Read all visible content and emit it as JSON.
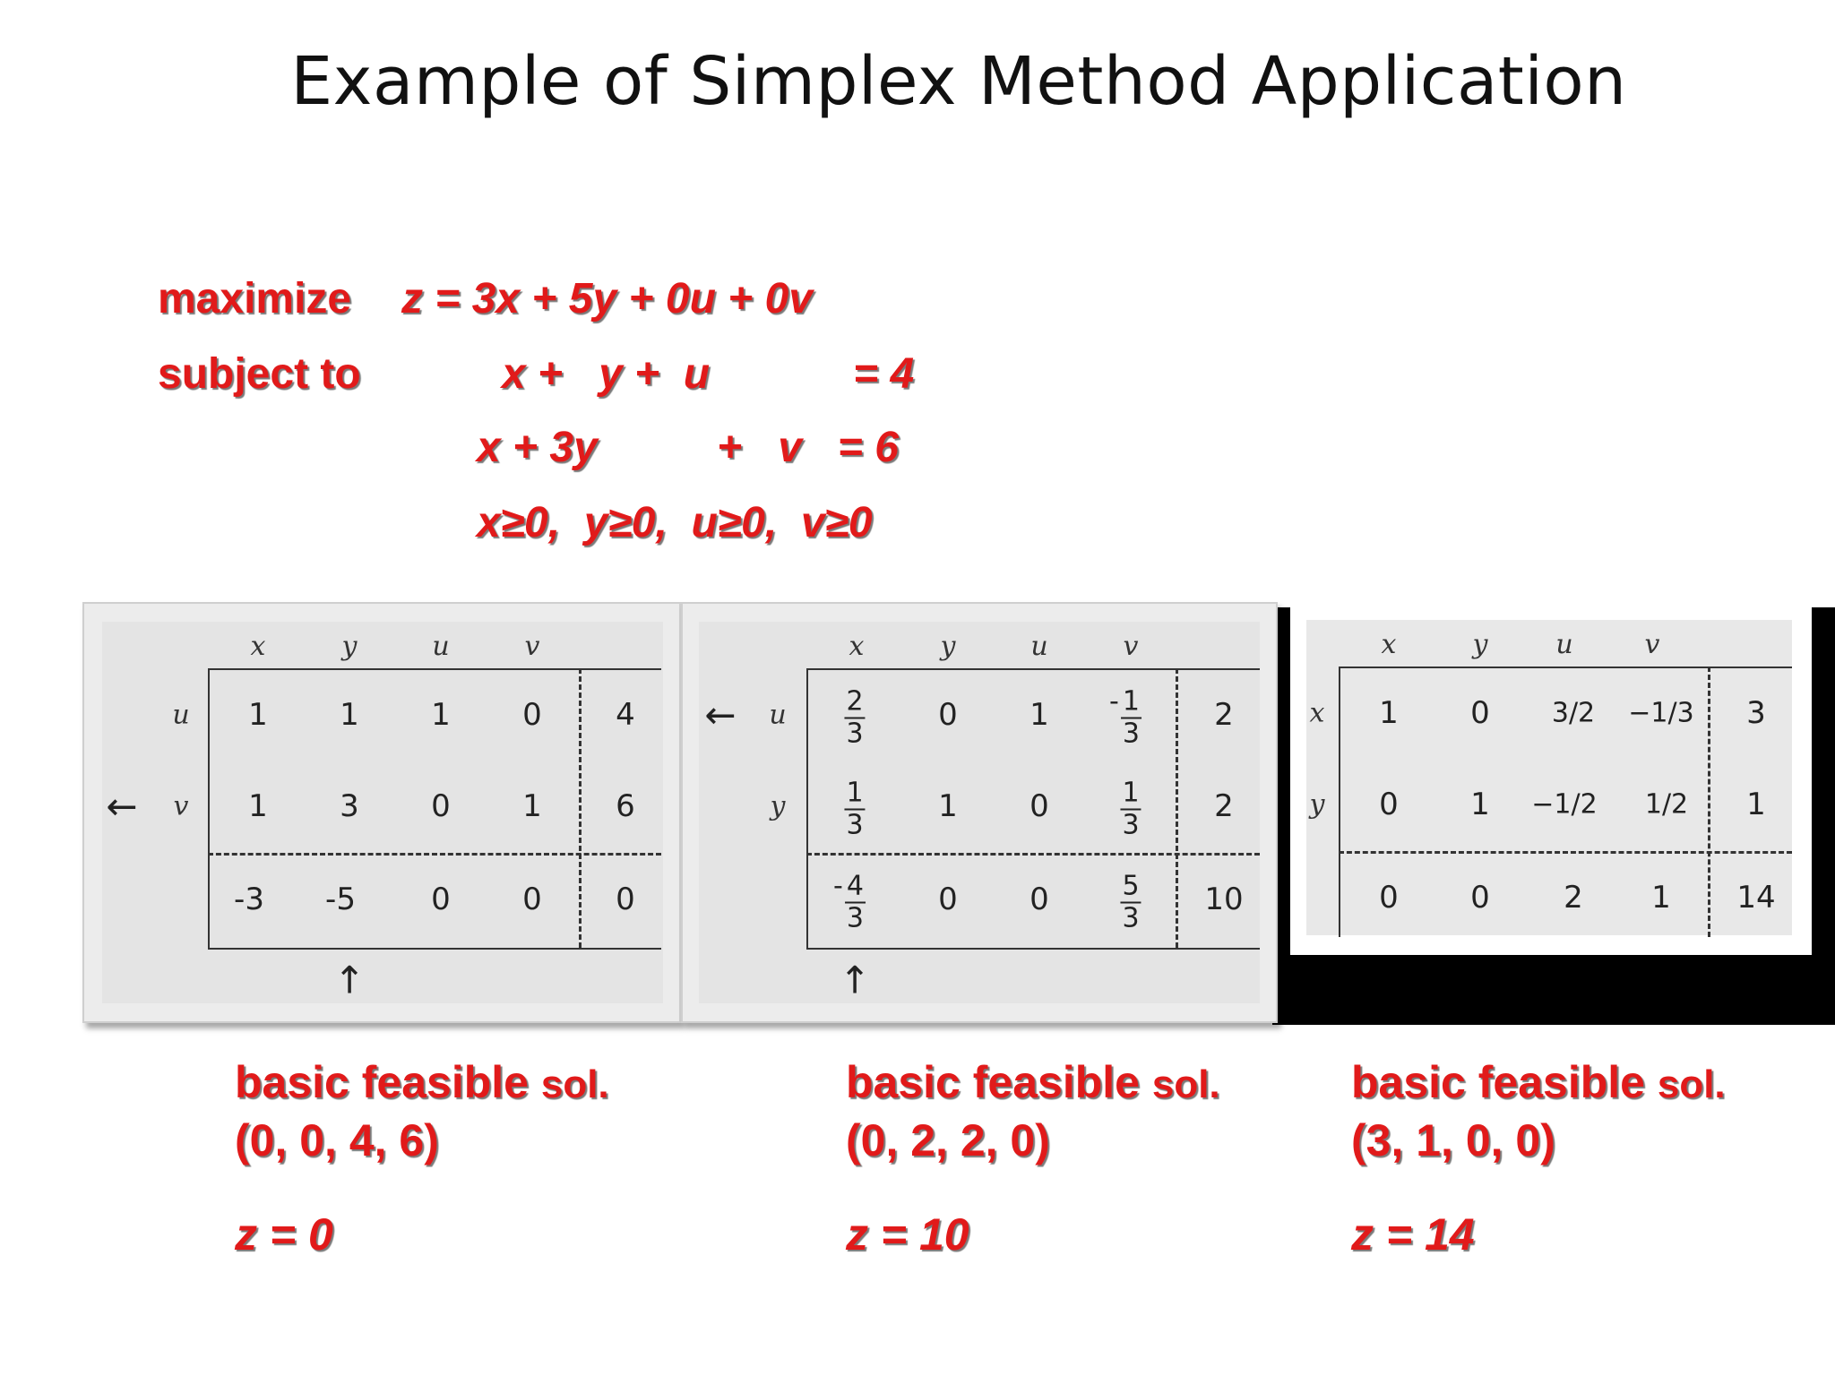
{
  "title": "Example of Simplex Method Application",
  "lp": {
    "objective_label": "maximize",
    "objective_lhs": "z",
    "objective_rhs": " = 3x + 5y + 0u + 0v",
    "subject_label": "subject to",
    "constraint1": "x +   y +  u            = 4",
    "constraint2": "x + 3y          +   v   = 6",
    "nonneg": "x≥0,  y≥0,  u≥0,  v≥0"
  },
  "tableaux": [
    {
      "headers": [
        "x",
        "y",
        "u",
        "v"
      ],
      "rows": [
        {
          "label": "u",
          "cells": [
            "1",
            "1",
            "1",
            "0",
            "4"
          ]
        },
        {
          "label": "v",
          "cells": [
            "1",
            "3",
            "0",
            "1",
            "6"
          ]
        },
        {
          "label": "",
          "cells": [
            "-3",
            "-5",
            "0",
            "0",
            "0"
          ]
        }
      ],
      "left_arrow": "←",
      "up_arrow": "↑"
    },
    {
      "headers": [
        "x",
        "y",
        "u",
        "v"
      ],
      "rows": [
        {
          "label": "u",
          "cells": [
            "2/3",
            "0",
            "1",
            "-1/3",
            "2"
          ]
        },
        {
          "label": "y",
          "cells": [
            "1/3",
            "1",
            "0",
            "1/3",
            "2"
          ]
        },
        {
          "label": "",
          "cells": [
            "-4/3",
            "0",
            "0",
            "5/3",
            "10"
          ]
        }
      ],
      "left_arrow": "←",
      "up_arrow": "↑"
    },
    {
      "headers": [
        "x",
        "y",
        "u",
        "v"
      ],
      "rows": [
        {
          "label": "x",
          "cells": [
            "1",
            "0",
            "3/2",
            "−1/3",
            "3"
          ]
        },
        {
          "label": "y",
          "cells": [
            "0",
            "1",
            "−1/2",
            "1/2",
            "1"
          ]
        },
        {
          "label": "",
          "cells": [
            "0",
            "0",
            "2",
            "1",
            "14"
          ]
        }
      ]
    }
  ],
  "solutions": [
    {
      "label_a": "basic feasible ",
      "label_b": "sol.",
      "tuple": "(0, 0, 4, 6)",
      "z": "z = 0"
    },
    {
      "label_a": "basic feasible ",
      "label_b": "sol.",
      "tuple": "(0, 2, 2, 0)",
      "z": "z = 10"
    },
    {
      "label_a": "basic feasible ",
      "label_b": "sol.",
      "tuple": "(3, 1, 0, 0)",
      "z": "z = 14"
    }
  ],
  "colors": {
    "accent_red": "#e11a1a",
    "shadow": "#7a7a7a",
    "panel_bg": "#e4e4e4"
  }
}
